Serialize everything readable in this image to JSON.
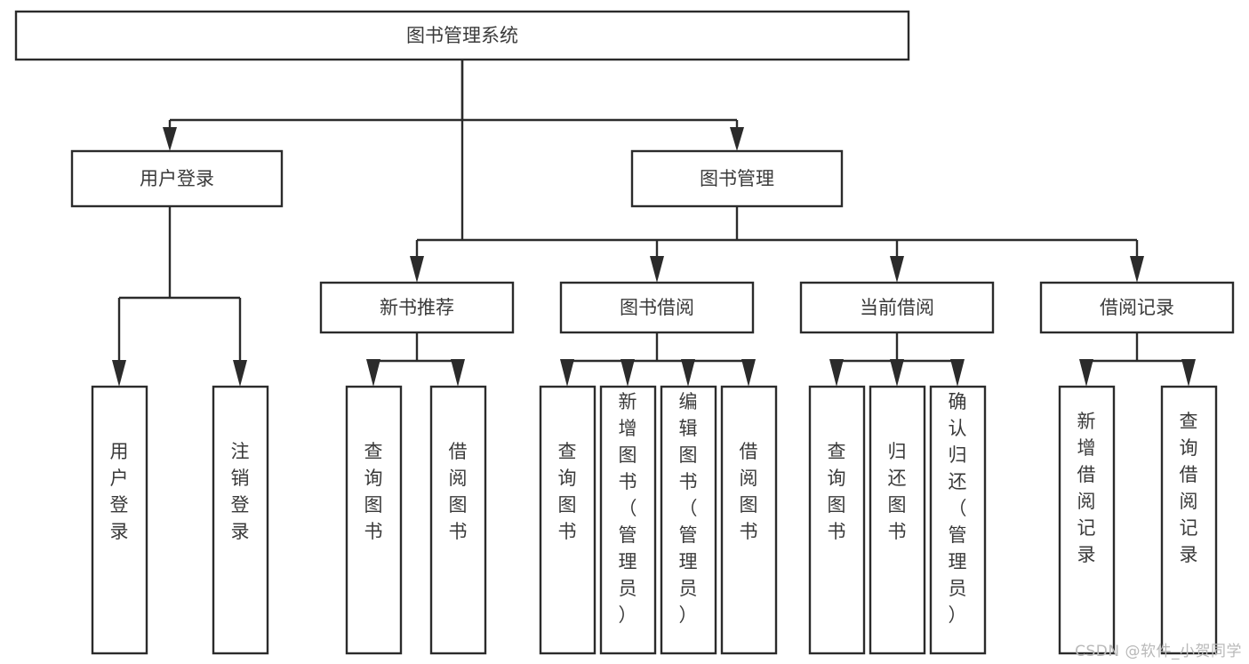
{
  "diagram": {
    "title": "图书管理系统",
    "type": "hierarchy-tree",
    "watermark": "CSDN @软件_小贺同学",
    "colors": {
      "box_stroke": "#2b2b2b",
      "box_fill": "#ffffff",
      "text": "#3a3a3a",
      "connector": "#2b2b2b",
      "background": "#ffffff",
      "watermark": "#b9b9b9"
    },
    "root": {
      "id": "root",
      "label": "图书管理系统",
      "orientation": "horizontal"
    },
    "level2": [
      {
        "id": "user-login",
        "label": "用户登录",
        "orientation": "horizontal"
      },
      {
        "id": "book-manage",
        "label": "图书管理",
        "orientation": "horizontal"
      }
    ],
    "level3": [
      {
        "id": "new-book-recommend",
        "label": "新书推荐",
        "orientation": "horizontal",
        "parent": "book-manage"
      },
      {
        "id": "book-borrow",
        "label": "图书借阅",
        "orientation": "horizontal",
        "parent": "book-manage"
      },
      {
        "id": "current-borrow",
        "label": "当前借阅",
        "orientation": "horizontal",
        "parent": "book-manage"
      },
      {
        "id": "borrow-record",
        "label": "借阅记录",
        "orientation": "horizontal",
        "parent": "book-manage"
      }
    ],
    "leaves": [
      {
        "id": "leaf-user-login",
        "label": "用户登录",
        "orientation": "vertical",
        "parent": "user-login"
      },
      {
        "id": "leaf-user-logout",
        "label": "注销登录",
        "orientation": "vertical",
        "parent": "user-login"
      },
      {
        "id": "leaf-query-book-1",
        "label": "查询图书",
        "orientation": "vertical",
        "parent": "new-book-recommend"
      },
      {
        "id": "leaf-borrow-book-1",
        "label": "借阅图书",
        "orientation": "vertical",
        "parent": "new-book-recommend"
      },
      {
        "id": "leaf-query-book-2",
        "label": "查询图书",
        "orientation": "vertical",
        "parent": "book-borrow"
      },
      {
        "id": "leaf-add-book",
        "label": "新增图书（管理员）",
        "orientation": "vertical",
        "parent": "book-borrow"
      },
      {
        "id": "leaf-edit-book",
        "label": "编辑图书（管理员）",
        "orientation": "vertical",
        "parent": "book-borrow"
      },
      {
        "id": "leaf-borrow-book-2",
        "label": "借阅图书",
        "orientation": "vertical",
        "parent": "book-borrow"
      },
      {
        "id": "leaf-query-book-3",
        "label": "查询图书",
        "orientation": "vertical",
        "parent": "current-borrow"
      },
      {
        "id": "leaf-return-book",
        "label": "归还图书",
        "orientation": "vertical",
        "parent": "current-borrow"
      },
      {
        "id": "leaf-confirm-return",
        "label": "确认归还（管理员）",
        "orientation": "vertical",
        "parent": "current-borrow"
      },
      {
        "id": "leaf-add-record",
        "label": "新增借阅记录",
        "orientation": "vertical",
        "parent": "borrow-record"
      },
      {
        "id": "leaf-query-record",
        "label": "查询借阅记录",
        "orientation": "vertical",
        "parent": "borrow-record"
      }
    ]
  }
}
